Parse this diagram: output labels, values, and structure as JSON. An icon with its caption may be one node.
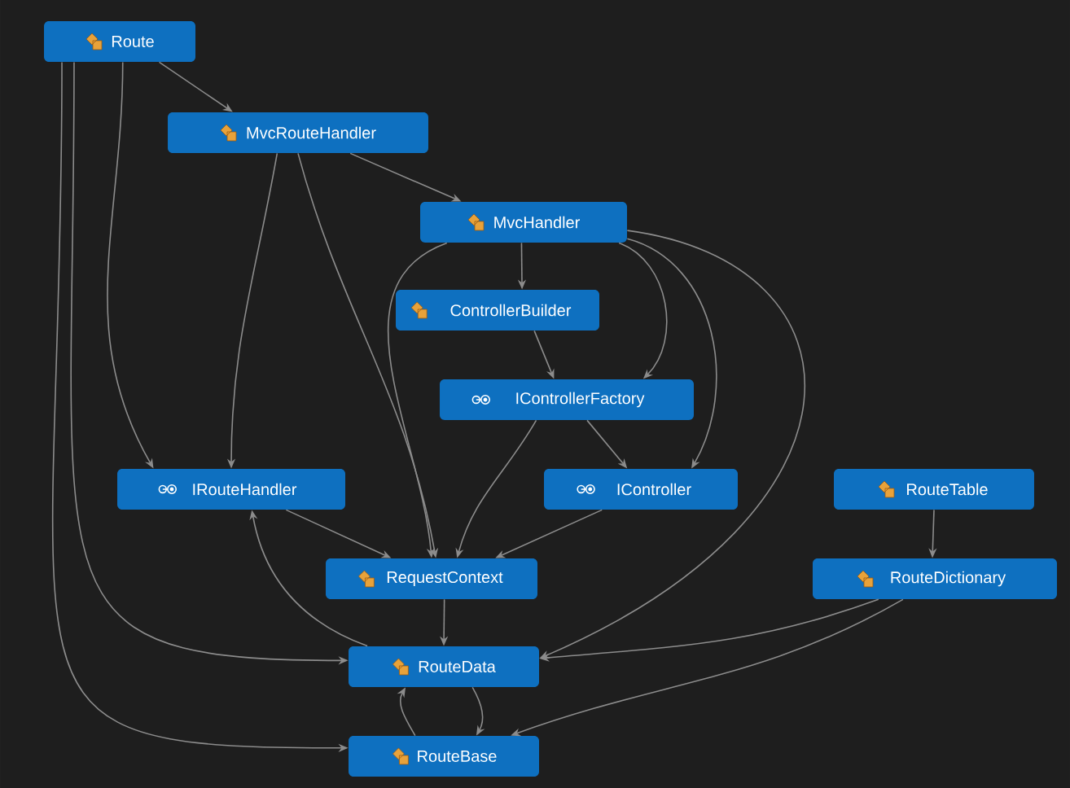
{
  "diagram": {
    "nodes": [
      {
        "text": [
          "Route"
        ]
      },
      {
        "text": [
          "MvcRouteHandler"
        ]
      },
      {
        "text": [
          "MvcHandler"
        ]
      },
      {
        "text": [
          "ControllerBuilder"
        ]
      },
      {
        "text": [
          "IControllerFactory"
        ]
      },
      {
        "text": [
          "IRouteHandler"
        ]
      },
      {
        "text": [
          "IController"
        ]
      },
      {
        "text": [
          "RouteTable"
        ]
      },
      {
        "text": [
          "RequestContext"
        ]
      },
      {
        "text": [
          "RouteDictionary"
        ]
      },
      {
        "text": [
          "RouteData"
        ]
      },
      {
        "text": [
          "RouteBase"
        ]
      }
    ],
    "edges": [
      {
        "from": 0,
        "to": 1,
        "arrow": "to"
      },
      {
        "from": 0,
        "to": 5,
        "arrow": "to"
      },
      {
        "from": 0,
        "to": 10,
        "arrow": "to"
      },
      {
        "from": 0,
        "to": 11,
        "arrow": "to"
      },
      {
        "from": 1,
        "to": 2,
        "arrow": "to"
      },
      {
        "from": 1,
        "to": 5,
        "arrow": "to"
      },
      {
        "from": 1,
        "to": 8,
        "arrow": "to"
      },
      {
        "from": 2,
        "to": 3,
        "arrow": "to"
      },
      {
        "from": 2,
        "to": 8,
        "arrow": "to"
      },
      {
        "from": 2,
        "to": 4,
        "arrow": "to"
      },
      {
        "from": 2,
        "to": 6,
        "arrow": "to"
      },
      {
        "from": 2,
        "to": 10,
        "arrow": "to"
      },
      {
        "from": 3,
        "to": 4,
        "arrow": "to"
      },
      {
        "from": 4,
        "to": 6,
        "arrow": "to"
      },
      {
        "from": 4,
        "to": 8,
        "arrow": "to"
      },
      {
        "from": 6,
        "to": 8,
        "arrow": "to"
      },
      {
        "from": 5,
        "to": 8,
        "arrow": "to"
      },
      {
        "from": 10,
        "to": 5,
        "arrow": "to"
      },
      {
        "from": 8,
        "to": 10,
        "arrow": "to"
      },
      {
        "from": 7,
        "to": 9,
        "arrow": "to"
      },
      {
        "from": 9,
        "to": 10,
        "arrow": "to"
      },
      {
        "from": 9,
        "to": 11,
        "arrow": "to"
      },
      {
        "from": 10,
        "to": 11,
        "arrow": "to"
      },
      {
        "from": 11,
        "to": 10,
        "arrow": "to"
      }
    ]
  }
}
